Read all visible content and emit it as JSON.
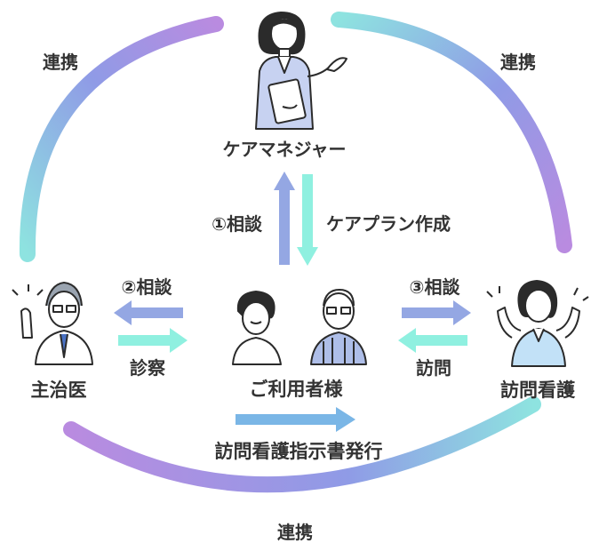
{
  "colors": {
    "text": "#333333",
    "arc_purple": "#b98be0",
    "arc_blue": "#8f9be6",
    "arc_cyan": "#8ee3e0",
    "arrow_blue": "#94a7e3",
    "arrow_cyan": "#8ff0e0",
    "arrow_bottom": "#7ab6e6",
    "outline": "#2b2b2b",
    "suit": "#c7d2f1",
    "nurse_top": "#c2e1f7",
    "stripe_shirt": "#aebee8"
  },
  "labels": {
    "care_manager": "ケアマネジャー",
    "client": "ご利用者様",
    "doctor": "主治医",
    "nurse": "訪問看護",
    "link_top_left": "連携",
    "link_top_right": "連携",
    "link_bottom": "連携",
    "consult_1": "①相談",
    "care_plan": "ケアプラン作成",
    "consult_2": "②相談",
    "examination": "診察",
    "consult_3": "③相談",
    "visit": "訪問",
    "instruction": "訪問看護指示書発行"
  },
  "icons": {
    "care_manager": "care-manager-person-icon",
    "client": "elderly-couple-icon",
    "doctor": "doctor-person-icon",
    "nurse": "nurse-person-icon"
  }
}
